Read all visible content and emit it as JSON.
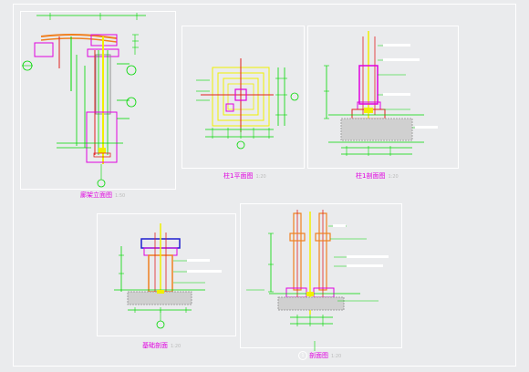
{
  "drawing": {
    "views": [
      {
        "id": "v1",
        "label": "廊架立面图",
        "scale": "1:50"
      },
      {
        "id": "v2",
        "label": "柱1平面图",
        "scale": "1:20"
      },
      {
        "id": "v3",
        "label": "柱1剖面图",
        "scale": "1:20"
      },
      {
        "id": "v4",
        "label": "基础剖面",
        "scale": "1:20"
      },
      {
        "id": "v5",
        "label": "剖面图",
        "scale": "1:20"
      }
    ],
    "section_mark": "1"
  },
  "colors": {
    "background": "#eaebed",
    "frame": "#ffffff",
    "green": "#00d800",
    "magenta": "#e000e0",
    "yellow": "#f0f000",
    "red": "#e02020",
    "orange": "#f08020",
    "blue": "#2020d0",
    "gray": "#909090",
    "white": "#ffffff"
  }
}
